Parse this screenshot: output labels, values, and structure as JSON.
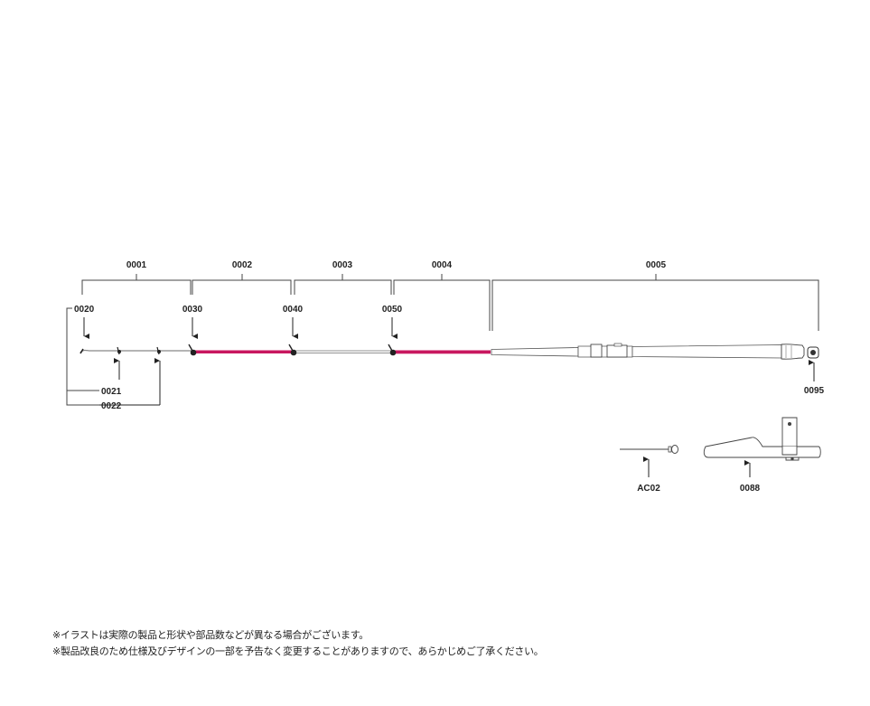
{
  "section_labels": [
    "0001",
    "0002",
    "0003",
    "0004",
    "0005"
  ],
  "part_labels": {
    "p0020": "0020",
    "p0030": "0030",
    "p0040": "0040",
    "p0050": "0050",
    "p0021": "0021",
    "p0022": "0022",
    "p0095": "0095",
    "pAC02": "AC02",
    "p0088": "0088"
  },
  "colors": {
    "accent_section": "#c8175f",
    "line": "#444444"
  },
  "notes": {
    "line1": "※イラストは実際の製品と形状や部品数などが異なる場合がございます。",
    "line2": "※製品改良のため仕様及びデザインの一部を予告なく変更することがありますので、あらかじめご了承ください。"
  }
}
